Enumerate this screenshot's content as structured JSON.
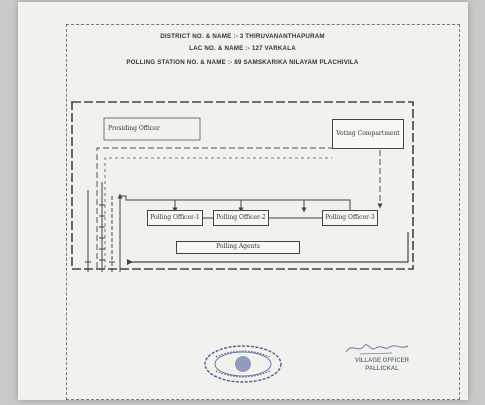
{
  "header": {
    "district": "DISTRICT NO. & NAME :- 3 THIRUVANANTHAPURAM",
    "lac": "LAC NO. & NAME :- 127 VARKALA",
    "polling_station": "POLLING STATION NO. & NAME :- 89 SAMSKARIKA NILAYAM PLACHIVILA"
  },
  "diagram": {
    "presiding_officer": "Presiding Officer",
    "voting_compartment": "Voting Compartment",
    "polling_officer_1": "Polling Officer-1",
    "polling_officer_2": "Polling Officer-2",
    "polling_officer_3": "Polling Officer-3",
    "polling_agents": "Polling Agents"
  },
  "footer": {
    "officer_title": "VILLAGE OFFICER",
    "officer_place": "PALLICKAL"
  },
  "colors": {
    "paper": "#f1f1ee",
    "ink": "#333333",
    "seal": "#4a5d8f"
  }
}
